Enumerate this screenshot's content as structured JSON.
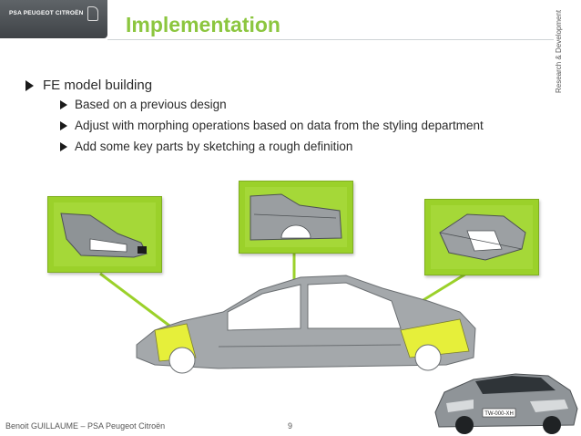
{
  "brand": {
    "logo_text": "PSA PEUGEOT CITROËN"
  },
  "slide": {
    "title": "Implementation",
    "side_label": "Research & Development",
    "bullets": [
      {
        "text": "FE model building",
        "children": [
          {
            "text": "Based on a previous design"
          },
          {
            "text": "Adjust with morphing operations based on data from the styling department"
          },
          {
            "text": "Add some key parts by sketching a rough definition"
          }
        ]
      }
    ]
  },
  "footer": {
    "author": "Benoit GUILLAUME – PSA Peugeot Citroën",
    "page_number": "9"
  },
  "car_plate": "TW-000-XH",
  "colors": {
    "accent_green": "#8cc63f",
    "panel_green": "#9bd12a",
    "highlight_yellow": "#e6ef3a",
    "body_grey": "#9a9ea2"
  },
  "icons": {
    "bullet": "right-triangle-bullet",
    "logo": "psa-logo"
  }
}
